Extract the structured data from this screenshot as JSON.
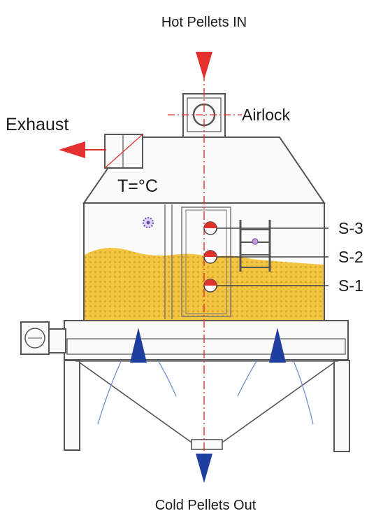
{
  "labels": {
    "inlet": "Hot Pellets IN",
    "outlet": "Cold Pellets Out",
    "exhaust": "Exhaust",
    "airlock": "Airlock",
    "temperature": "T=°C",
    "sensor_3": "S-3",
    "sensor_2": "S-2",
    "sensor_1": "S-1"
  },
  "colors": {
    "line": "#4a4a4a",
    "pellets": "#f0c040",
    "red_arrow": "#e53030",
    "blue_arrow": "#1f3fa0",
    "sensor_red": "#e0332b"
  }
}
